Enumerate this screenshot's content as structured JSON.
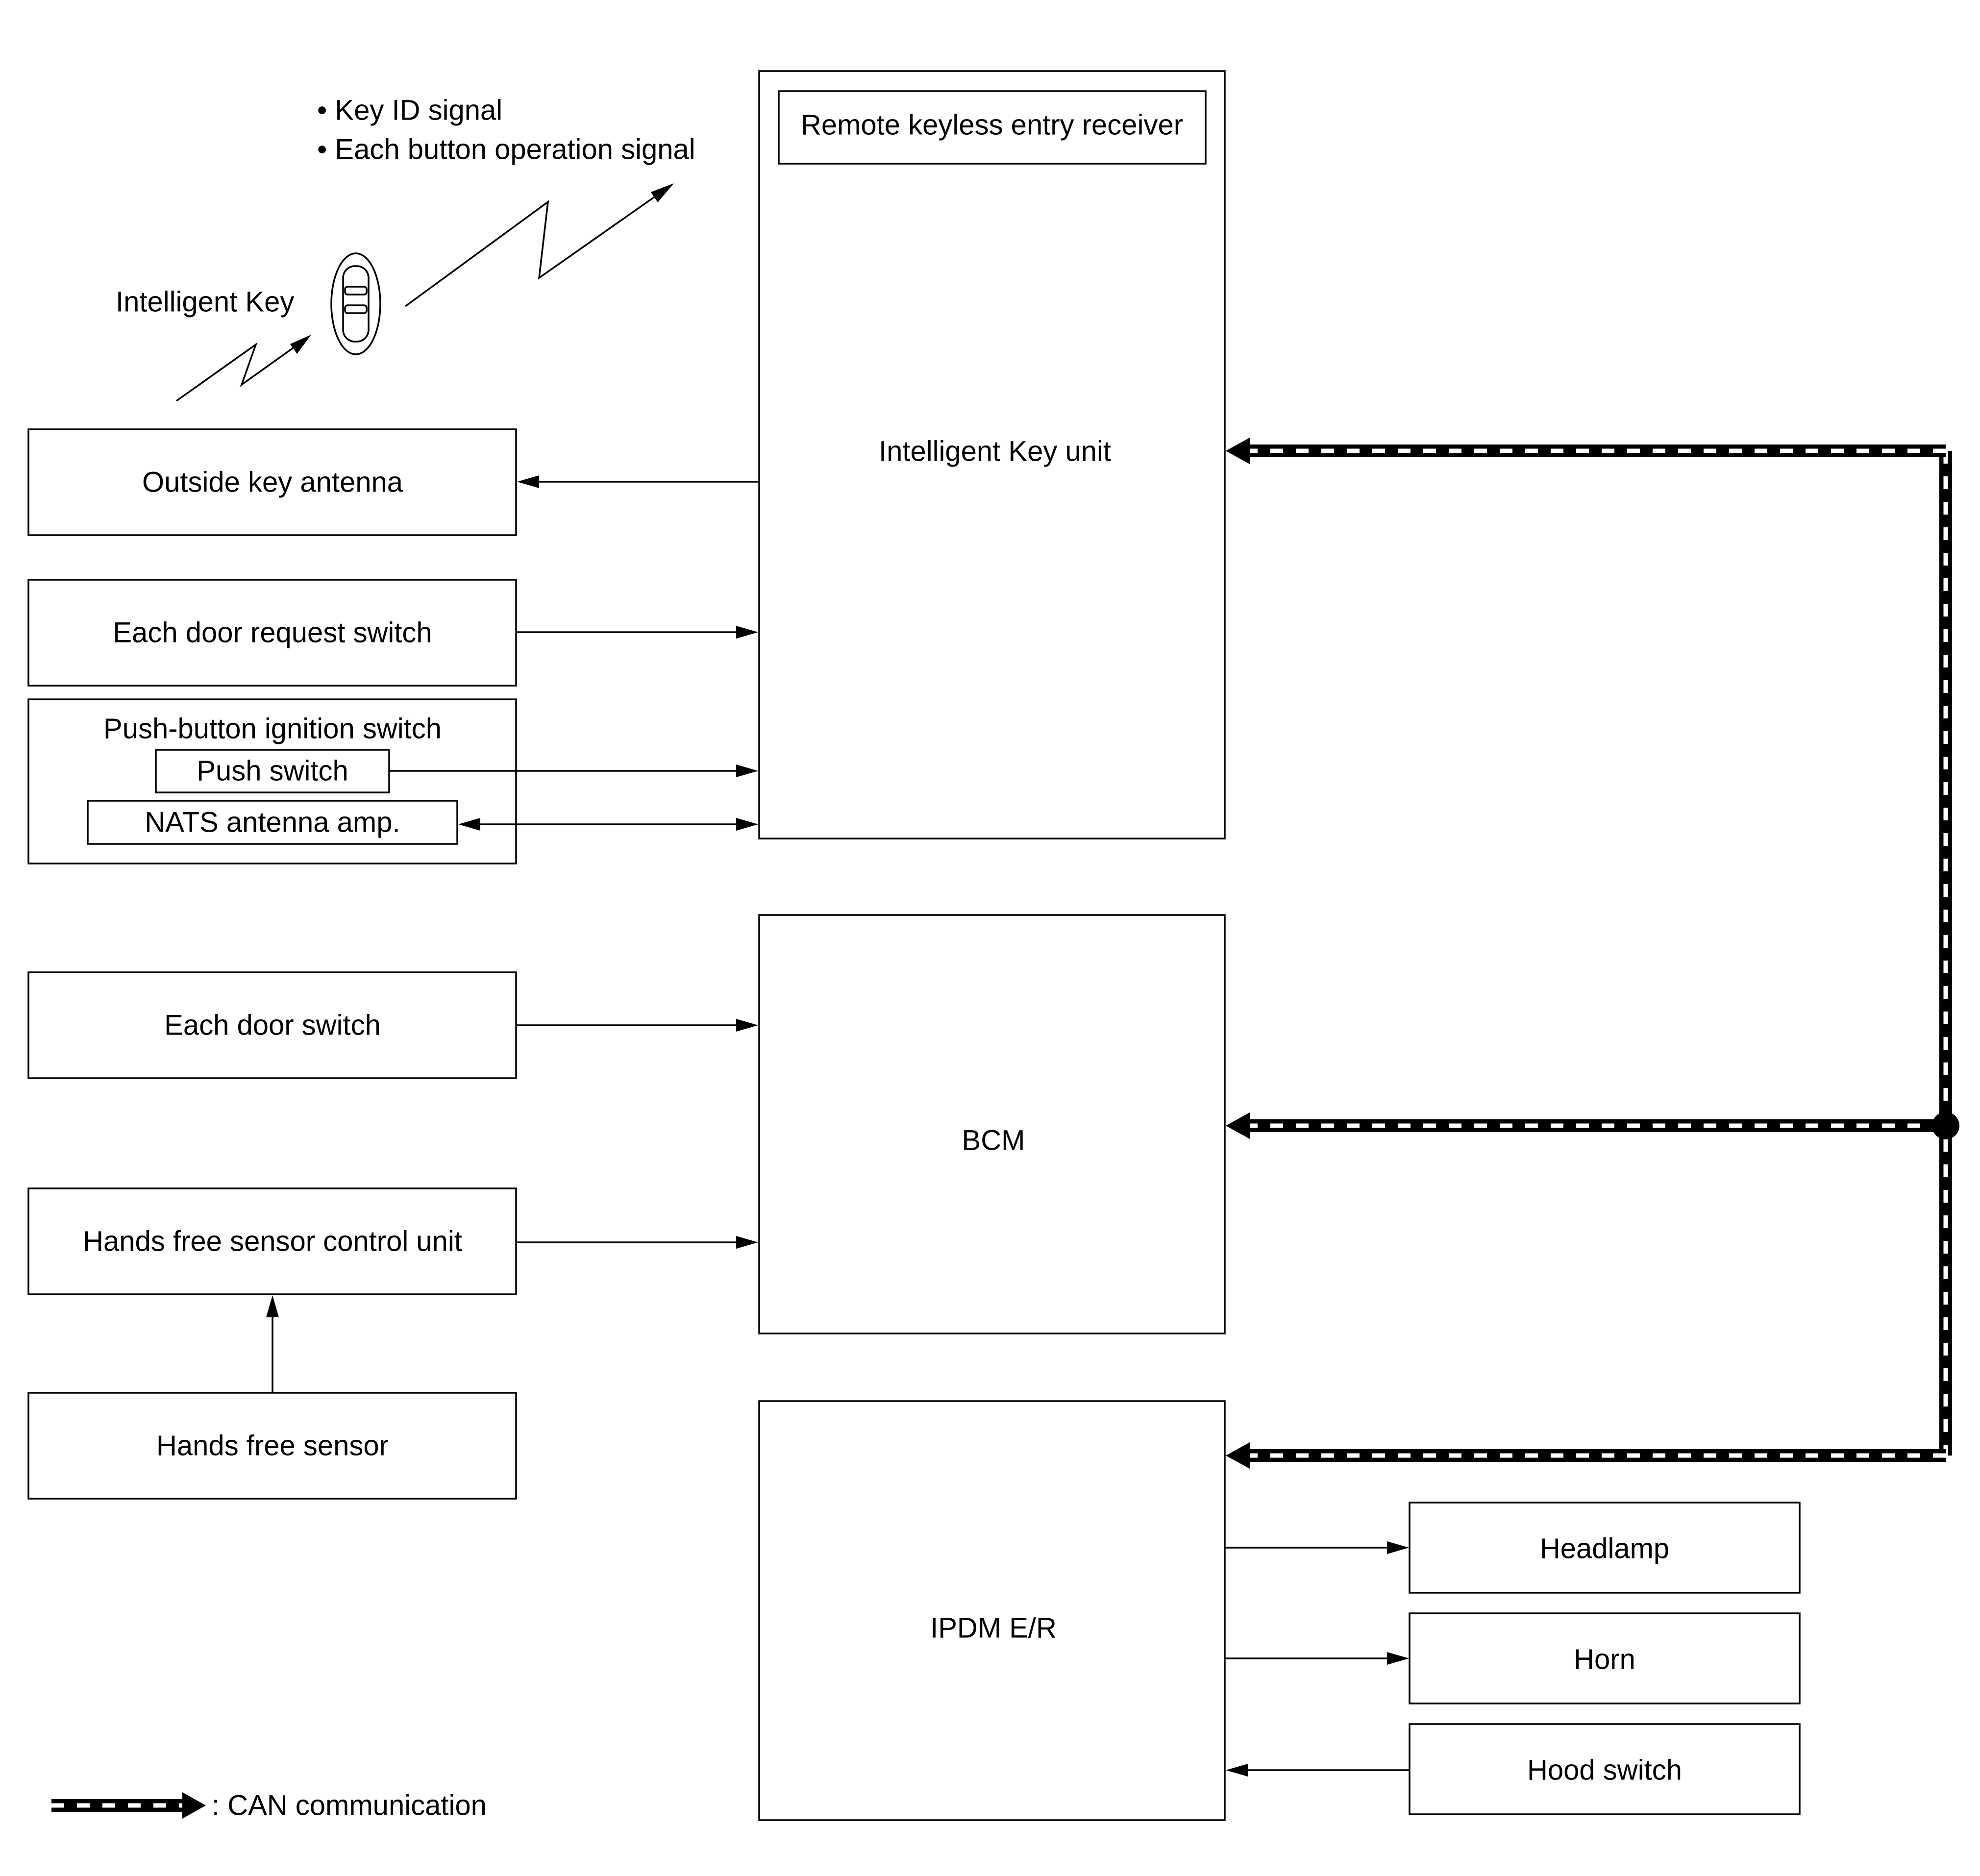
{
  "signals": {
    "line1": "• Key ID signal",
    "line2": "• Each button operation signal"
  },
  "intelligent_key": {
    "label": "Intelligent Key"
  },
  "components": {
    "outside_key_antenna": "Outside key antenna",
    "each_door_request_switch": "Each door request switch",
    "push_button_ignition_switch": "Push-button ignition switch",
    "push_switch": "Push switch",
    "nats_antenna_amp": "NATS antenna amp.",
    "each_door_switch": "Each door switch",
    "hands_free_sensor_control_unit": "Hands free sensor control unit",
    "hands_free_sensor": "Hands free sensor",
    "remote_keyless_entry_receiver": "Remote keyless entry receiver",
    "intelligent_key_unit": "Intelligent Key unit",
    "bcm": "BCM",
    "ipdm_er": "IPDM E/R",
    "headlamp": "Headlamp",
    "horn": "Horn",
    "hood_switch": "Hood switch"
  },
  "legend": {
    "can_label": ": CAN communication"
  }
}
